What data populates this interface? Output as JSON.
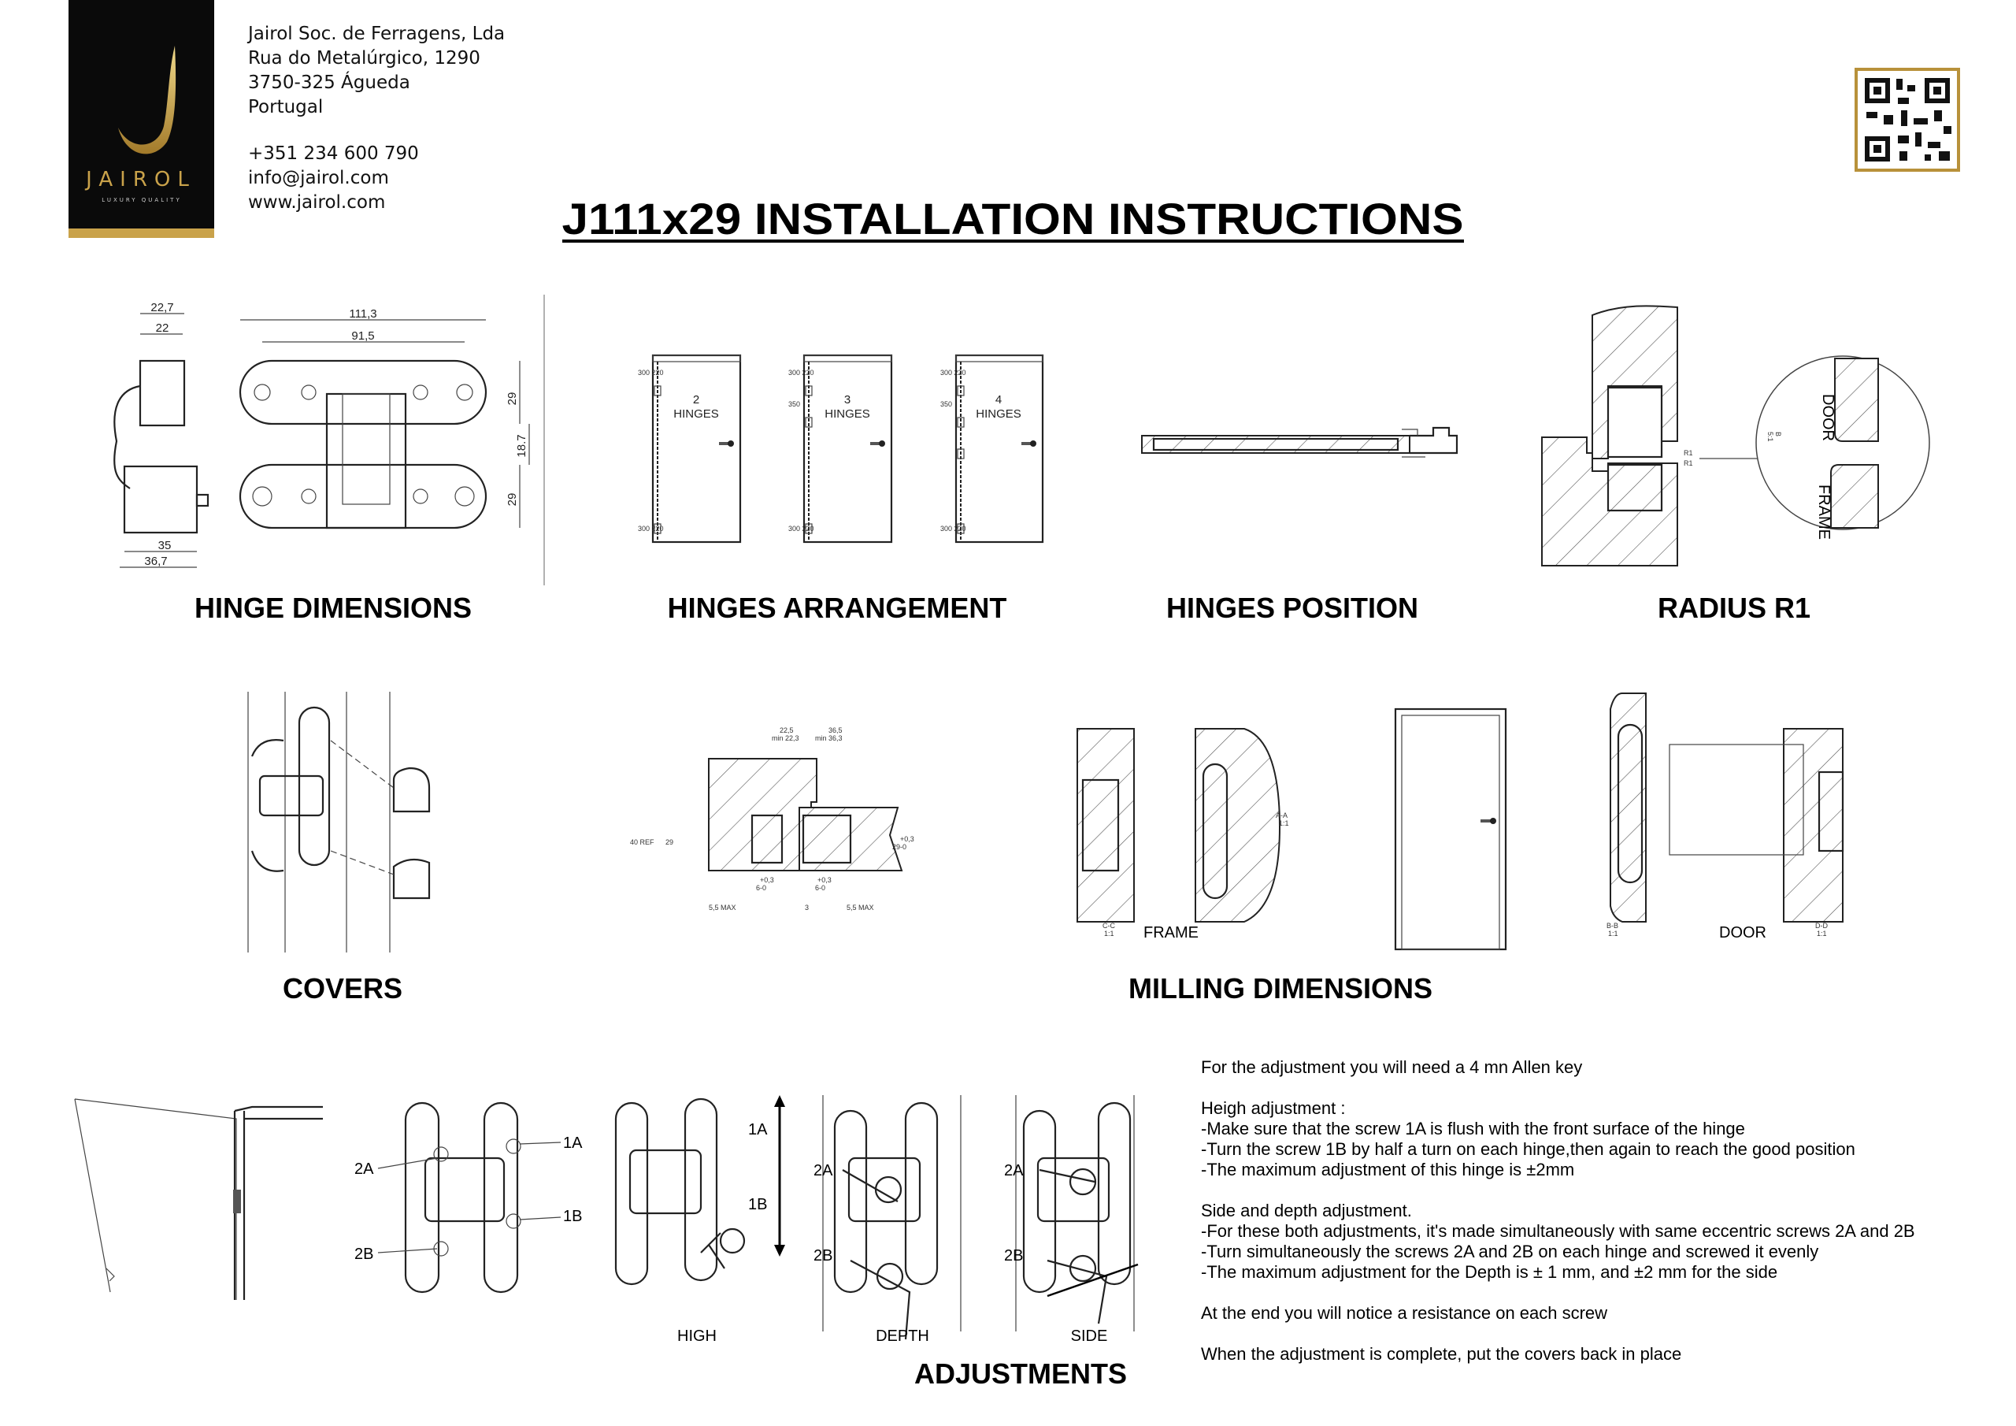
{
  "logo": {
    "brand": "JAIROL",
    "tagline": "LUXURY QUALITY",
    "gold": "#c9a24a",
    "black": "#0a0a0a"
  },
  "company": {
    "name": "Jairol Soc. de Ferragens, Lda",
    "street": "Rua do Metalúrgico, 1290",
    "postal": "3750-325 Águeda",
    "country": "Portugal",
    "phone": "+351 234 600 790",
    "email": "info@jairol.com",
    "web": "www.jairol.com"
  },
  "title": "J111x29 INSTALLATION INSTRUCTIONS",
  "sections": {
    "hinge_dimensions": "HINGE DIMENSIONS",
    "hinges_arrangement": "HINGES ARRANGEMENT",
    "hinges_position": "HINGES POSITION",
    "radius": "RADIUS R1",
    "covers": "COVERS",
    "milling": "MILLING DIMENSIONS",
    "adjustments": "ADJUSTMENTS"
  },
  "hinge_dims": {
    "d1": "22,7",
    "d2": "22",
    "d3": "111,3",
    "d4": "91,5",
    "d5": "29",
    "d6": "18.7",
    "d7": "29",
    "d8": "35",
    "d9": "36,7"
  },
  "arrangement": {
    "doors": [
      {
        "count": "2",
        "label": "HINGES"
      },
      {
        "count": "3",
        "label": "HINGES"
      },
      {
        "count": "4",
        "label": "HINGES"
      }
    ],
    "top": "300 220",
    "spacing": "350",
    "bottom": "300 220"
  },
  "radius_labels": {
    "r1a": "R1",
    "r1b": "R1",
    "door": "DOOR",
    "frame": "FRAME",
    "detail": "B",
    "scale": "5:1"
  },
  "milling_labels": {
    "m1": "22,5",
    "m1min": "min 22,3",
    "m2": "36,5",
    "m2min": "min 36,3",
    "ref": "40 REF",
    "h": "29",
    "tol": "+0,3",
    "h2": "29-0",
    "w1": "6-0",
    "w2": "6-0",
    "max1": "5,5 MAX",
    "max2": "5,5 MAX",
    "gap": "3",
    "frame": "FRAME",
    "door": "DOOR",
    "cc": "C-C",
    "aa": "A-A",
    "bb": "B-B",
    "dd": "D-D",
    "scale": "1:1"
  },
  "adjust_labels": {
    "a2": "2A",
    "b2": "2B",
    "a1": "1A",
    "b1": "1B",
    "high": "HIGH",
    "depth": "DEPTH",
    "side": "SIDE"
  },
  "instructions": [
    "For the adjustment you will need a 4 mn Allen key",
    "Heigh adjustment :",
    "-Make sure that the screw 1A is flush with the front surface of the hinge",
    "-Turn the screw 1B by half a turn on each hinge,then again to reach the good position",
    "-The maximum adjustment of this hinge is ±2mm",
    "Side and depth adjustment.",
    "-For these both adjustments, it's made simultaneously with same eccentric screws 2A and 2B",
    "-Turn simultaneously the screws 2A and 2B on each hinge and screwed it evenly",
    "-The maximum adjustment for the Depth is ± 1 mm, and ±2 mm for the side",
    "At the end you will notice a resistance on each screw",
    "When the adjustment is complete, put the covers back in place"
  ]
}
